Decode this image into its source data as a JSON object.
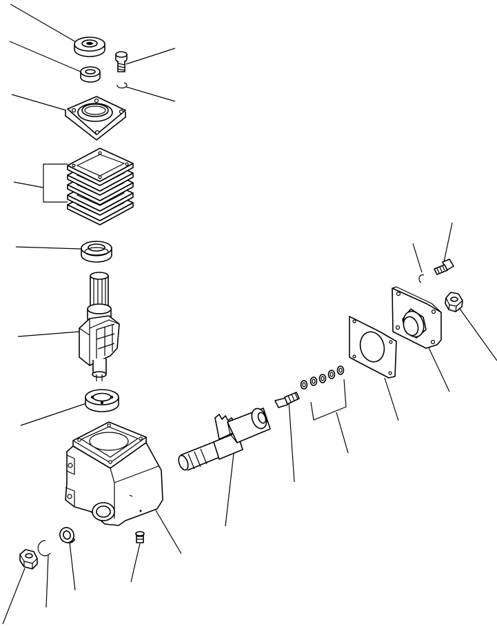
{
  "diagram": {
    "type": "exploded-parts-view",
    "line_color": "#000000",
    "background": "#ffffff",
    "parts": [
      {
        "name": "top-seal"
      },
      {
        "name": "top-bearing"
      },
      {
        "name": "cap-bolt"
      },
      {
        "name": "cap-lock-washer"
      },
      {
        "name": "top-cover-plate"
      },
      {
        "name": "shim-stack"
      },
      {
        "name": "upper-bearing"
      },
      {
        "name": "sector-shaft"
      },
      {
        "name": "lower-bearing"
      },
      {
        "name": "gear-housing"
      },
      {
        "name": "bottom-nut"
      },
      {
        "name": "snap-ring"
      },
      {
        "name": "bottom-oil-seal"
      },
      {
        "name": "grease-fitting"
      },
      {
        "name": "worm-shaft"
      },
      {
        "name": "side-bolt"
      },
      {
        "name": "shim-washers"
      },
      {
        "name": "side-gasket"
      },
      {
        "name": "side-cover"
      },
      {
        "name": "side-lock-washer"
      },
      {
        "name": "side-cover-bolt"
      },
      {
        "name": "side-nut"
      }
    ]
  }
}
